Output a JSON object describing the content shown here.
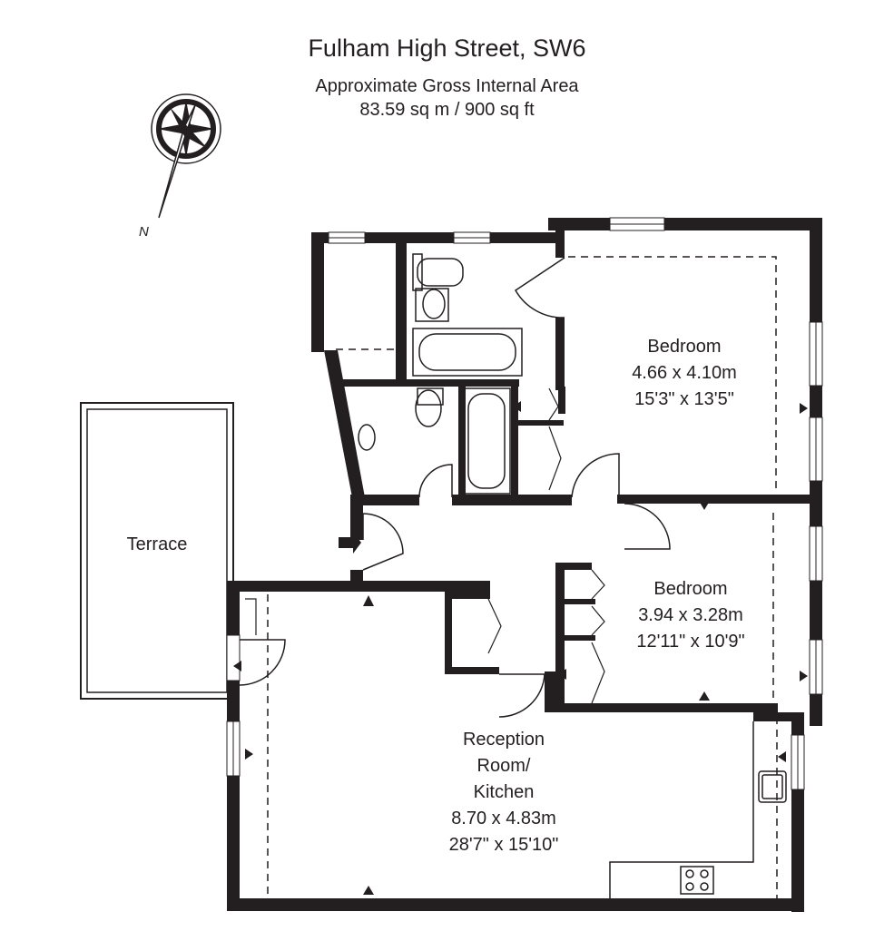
{
  "header": {
    "title": "Fulham High Street, SW6",
    "area_label": "Approximate Gross Internal Area",
    "area_value": "83.59 sq m  / 900 sq ft"
  },
  "compass": {
    "label": "N",
    "icon": "north-compass-icon"
  },
  "rooms": {
    "bedroom1": {
      "name": "Bedroom",
      "metric": "4.66 x 4.10m",
      "imperial": "15'3\" x 13'5\""
    },
    "bedroom2": {
      "name": "Bedroom",
      "metric": "3.94 x 3.28m",
      "imperial": "12'11\" x 10'9\""
    },
    "reception": {
      "name_line1": "Reception",
      "name_line2": "Room/",
      "name_line3": "Kitchen",
      "metric": "8.70 x 4.83m",
      "imperial": "28'7\" x 15'10\""
    },
    "terrace": {
      "name": "Terrace"
    }
  },
  "colors": {
    "wall": "#231f20",
    "background": "#ffffff",
    "line": "#231f20"
  }
}
